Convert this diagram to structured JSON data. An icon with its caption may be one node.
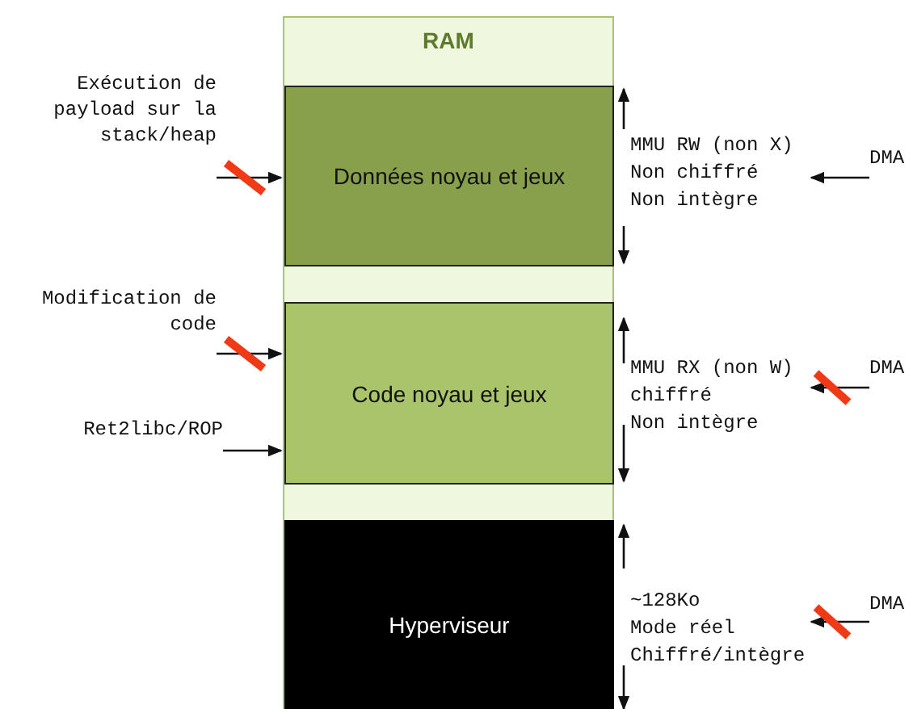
{
  "diagram": {
    "nodes": [
      {
        "text": [
          "RAM"
        ]
      },
      {
        "text": [
          "Données noyau et jeux"
        ],
        "in": 0,
        "beside": [
          "MMU RW (non X)",
          "Non chiffré",
          "Non intègre"
        ]
      },
      {
        "text": [
          "Code noyau et jeux"
        ],
        "in": 0,
        "beside": [
          "MMU RX (non W)",
          "chiffré",
          "Non intègre"
        ]
      },
      {
        "text": [
          "Hyperviseur"
        ],
        "in": 0,
        "beside": [
          "~128Ko",
          "Mode réel",
          "Chiffré/intègre"
        ]
      },
      {
        "text": [
          "Exécution de payload sur la stack/heap"
        ]
      },
      {
        "text": [
          "Modification de code"
        ]
      },
      {
        "text": [
          "Ret2libc/ROP"
        ]
      },
      {
        "text": [
          "DMA"
        ]
      },
      {
        "text": [
          "DMA"
        ]
      },
      {
        "text": [
          "DMA"
        ]
      }
    ],
    "edges": [
      {
        "from": 4,
        "to": 1,
        "arrow": "to"
      },
      {
        "from": 5,
        "to": 2,
        "arrow": "to"
      },
      {
        "from": 6,
        "to": 2,
        "arrow": "to"
      },
      {
        "from": 7,
        "to": 1,
        "arrow": "to"
      },
      {
        "from": 8,
        "to": 2,
        "arrow": "to"
      },
      {
        "from": 9,
        "to": 3,
        "arrow": "to"
      }
    ]
  }
}
